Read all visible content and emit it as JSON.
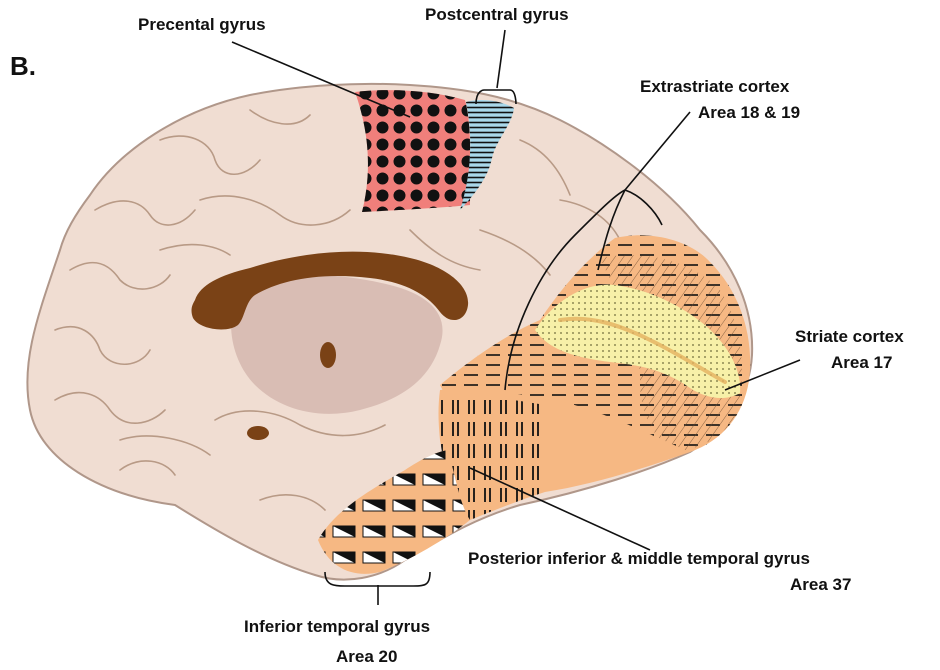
{
  "panel_label": "B.",
  "labels": {
    "precentral": "Precental gyrus",
    "postcentral": "Postcentral gyrus",
    "extrastriate_title": "Extrastriate cortex",
    "extrastriate_area": "Area 18 & 19",
    "striate_title": "Striate cortex",
    "striate_area": "Area 17",
    "area37_title": "Posterior inferior & middle temporal gyrus",
    "area37_area": "Area 37",
    "area20_title": "Inferior temporal gyrus",
    "area20_area": "Area 20"
  },
  "colors": {
    "cortex": "#f0ddd2",
    "cortex_outline": "#b0978a",
    "precentral_fill": "#f07f7b",
    "postcentral_fill": "#a9d8ea",
    "extrastriate_fill": "#f6b883",
    "striate_fill": "#f7f0a8",
    "corpus_callosum": "#7a4216",
    "thalamus": "#d9bdb4"
  }
}
